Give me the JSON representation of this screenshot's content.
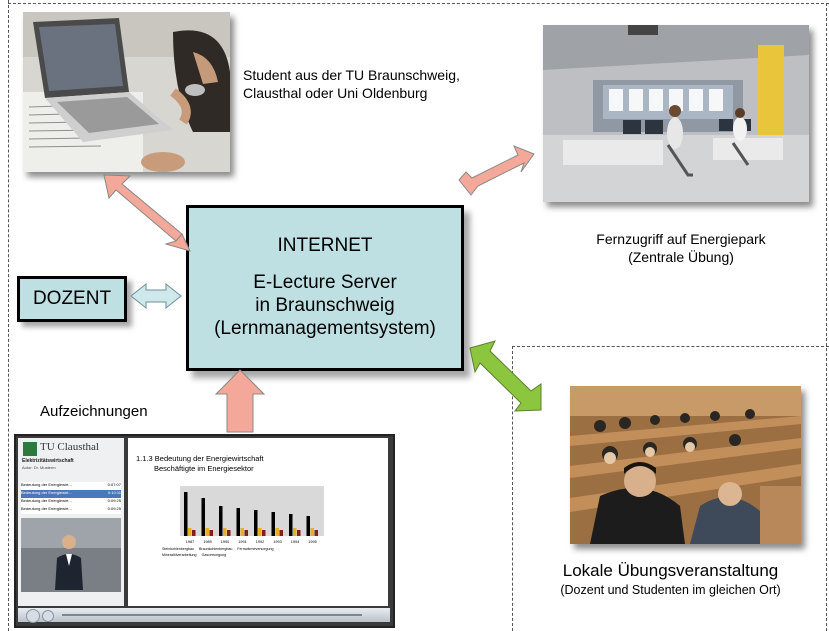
{
  "diagram": {
    "center": {
      "line1": "INTERNET",
      "line2": "E-Lecture Server",
      "line3": "in Braunschweig",
      "line4": "(Lernmanagementsystem)"
    },
    "dozent_label": "DOZENT",
    "student": {
      "caption_line1": "Student aus der TU Braunschweig,",
      "caption_line2": "Clausthal oder  Uni Oldenburg"
    },
    "energiepark": {
      "caption_line1": "Fernzugriff auf Energiepark",
      "caption_line2": "(Zentrale Übung)"
    },
    "aufzeichnungen_label": "Aufzeichnungen",
    "lokal": {
      "caption_line1": "Lokale Übungsveranstaltung",
      "caption_line2": "(Dozent und Studenten im gleichen Ort)"
    },
    "lecture_player": {
      "logo_text": "TU Clausthal",
      "course_title": "Elektrizitätswirtschaft",
      "author": "Autor: Dr. Musterm",
      "slide_title_1": "1.1.3 Bedeutung der Energiewirtschaft",
      "slide_title_2": "Beschäftigte im Energiesektor",
      "playlist": [
        {
          "title": "Bedeutung der Energiewirt...",
          "time": "0:07:07"
        },
        {
          "title": "Bedeutung der Energiewirt...",
          "time": "0:10:11"
        },
        {
          "title": "Bedeutung der Energiewirt...",
          "time": "0:09:25"
        },
        {
          "title": "Bedeutung der Energiewirt...",
          "time": "0:09:25"
        }
      ],
      "x_labels": [
        "1987",
        "1989",
        "1990",
        "1991",
        "1992",
        "1993",
        "1994",
        "1995"
      ],
      "legend": [
        "Steinkohlenbergbau",
        "Braunkohlenbergbau",
        "Fernwärmeversorgung",
        "Mineralölverarbeitung",
        "Gasversorgung"
      ]
    },
    "colors": {
      "box_fill": "#bfe0e3",
      "arrow_salmon": "#f4a89a",
      "arrow_green": "#8cc63f",
      "arrow_light_blue": "#cfe8ec"
    }
  }
}
